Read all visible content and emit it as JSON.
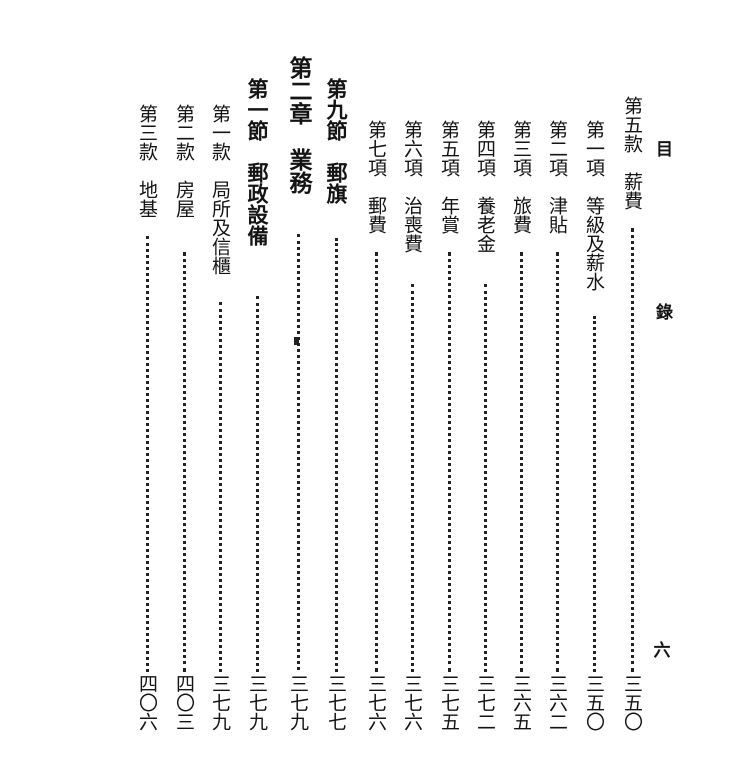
{
  "header": {
    "title": "目 錄",
    "page_number": "六"
  },
  "entries": [
    {
      "label": "第五款",
      "title": "薪費",
      "page": "三五〇"
    },
    {
      "label": "第一項",
      "title": "等級及薪水",
      "page": "三五〇"
    },
    {
      "label": "第二項",
      "title": "津貼",
      "page": "三六二"
    },
    {
      "label": "第三項",
      "title": "旅費",
      "page": "三六五"
    },
    {
      "label": "第四項",
      "title": "養老金",
      "page": "三七二"
    },
    {
      "label": "第五項",
      "title": "年賞",
      "page": "三七五"
    },
    {
      "label": "第六項",
      "title": "治喪費",
      "page": "三七六"
    },
    {
      "label": "第七項",
      "title": "郵費",
      "page": "三七六"
    },
    {
      "label": "第九節",
      "title": "郵旗",
      "page": "三七七"
    },
    {
      "label": "第二章",
      "title": "業務",
      "page": "三七九"
    },
    {
      "label": "第一節",
      "title": "郵政設備",
      "page": "三七九"
    },
    {
      "label": "第一款",
      "title": "局所及信櫃",
      "page": "三七九"
    },
    {
      "label": "第二款",
      "title": "房屋",
      "page": "四〇三"
    },
    {
      "label": "第三款",
      "title": "地基",
      "page": "四〇六"
    }
  ]
}
